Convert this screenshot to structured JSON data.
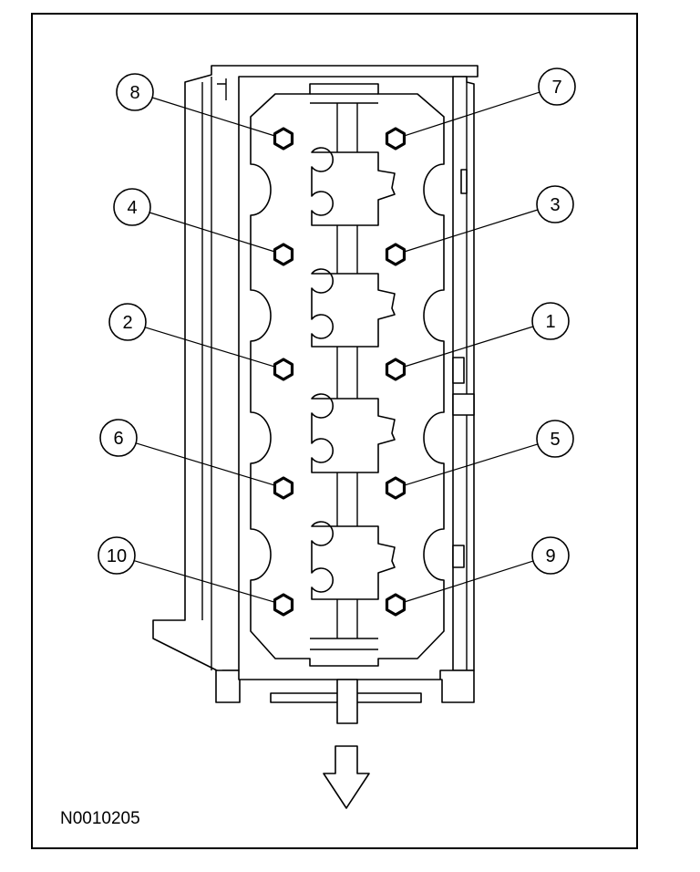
{
  "figure_code": "N0010205",
  "bolt_callouts": [
    {
      "id": "8",
      "side": "left",
      "row": 0
    },
    {
      "id": "7",
      "side": "right",
      "row": 0
    },
    {
      "id": "4",
      "side": "left",
      "row": 1
    },
    {
      "id": "3",
      "side": "right",
      "row": 1
    },
    {
      "id": "2",
      "side": "left",
      "row": 2
    },
    {
      "id": "1",
      "side": "right",
      "row": 2
    },
    {
      "id": "6",
      "side": "left",
      "row": 3
    },
    {
      "id": "5",
      "side": "right",
      "row": 3
    },
    {
      "id": "10",
      "side": "left",
      "row": 4
    },
    {
      "id": "9",
      "side": "right",
      "row": 4
    }
  ],
  "icons": {
    "direction": "arrow-down-icon"
  }
}
